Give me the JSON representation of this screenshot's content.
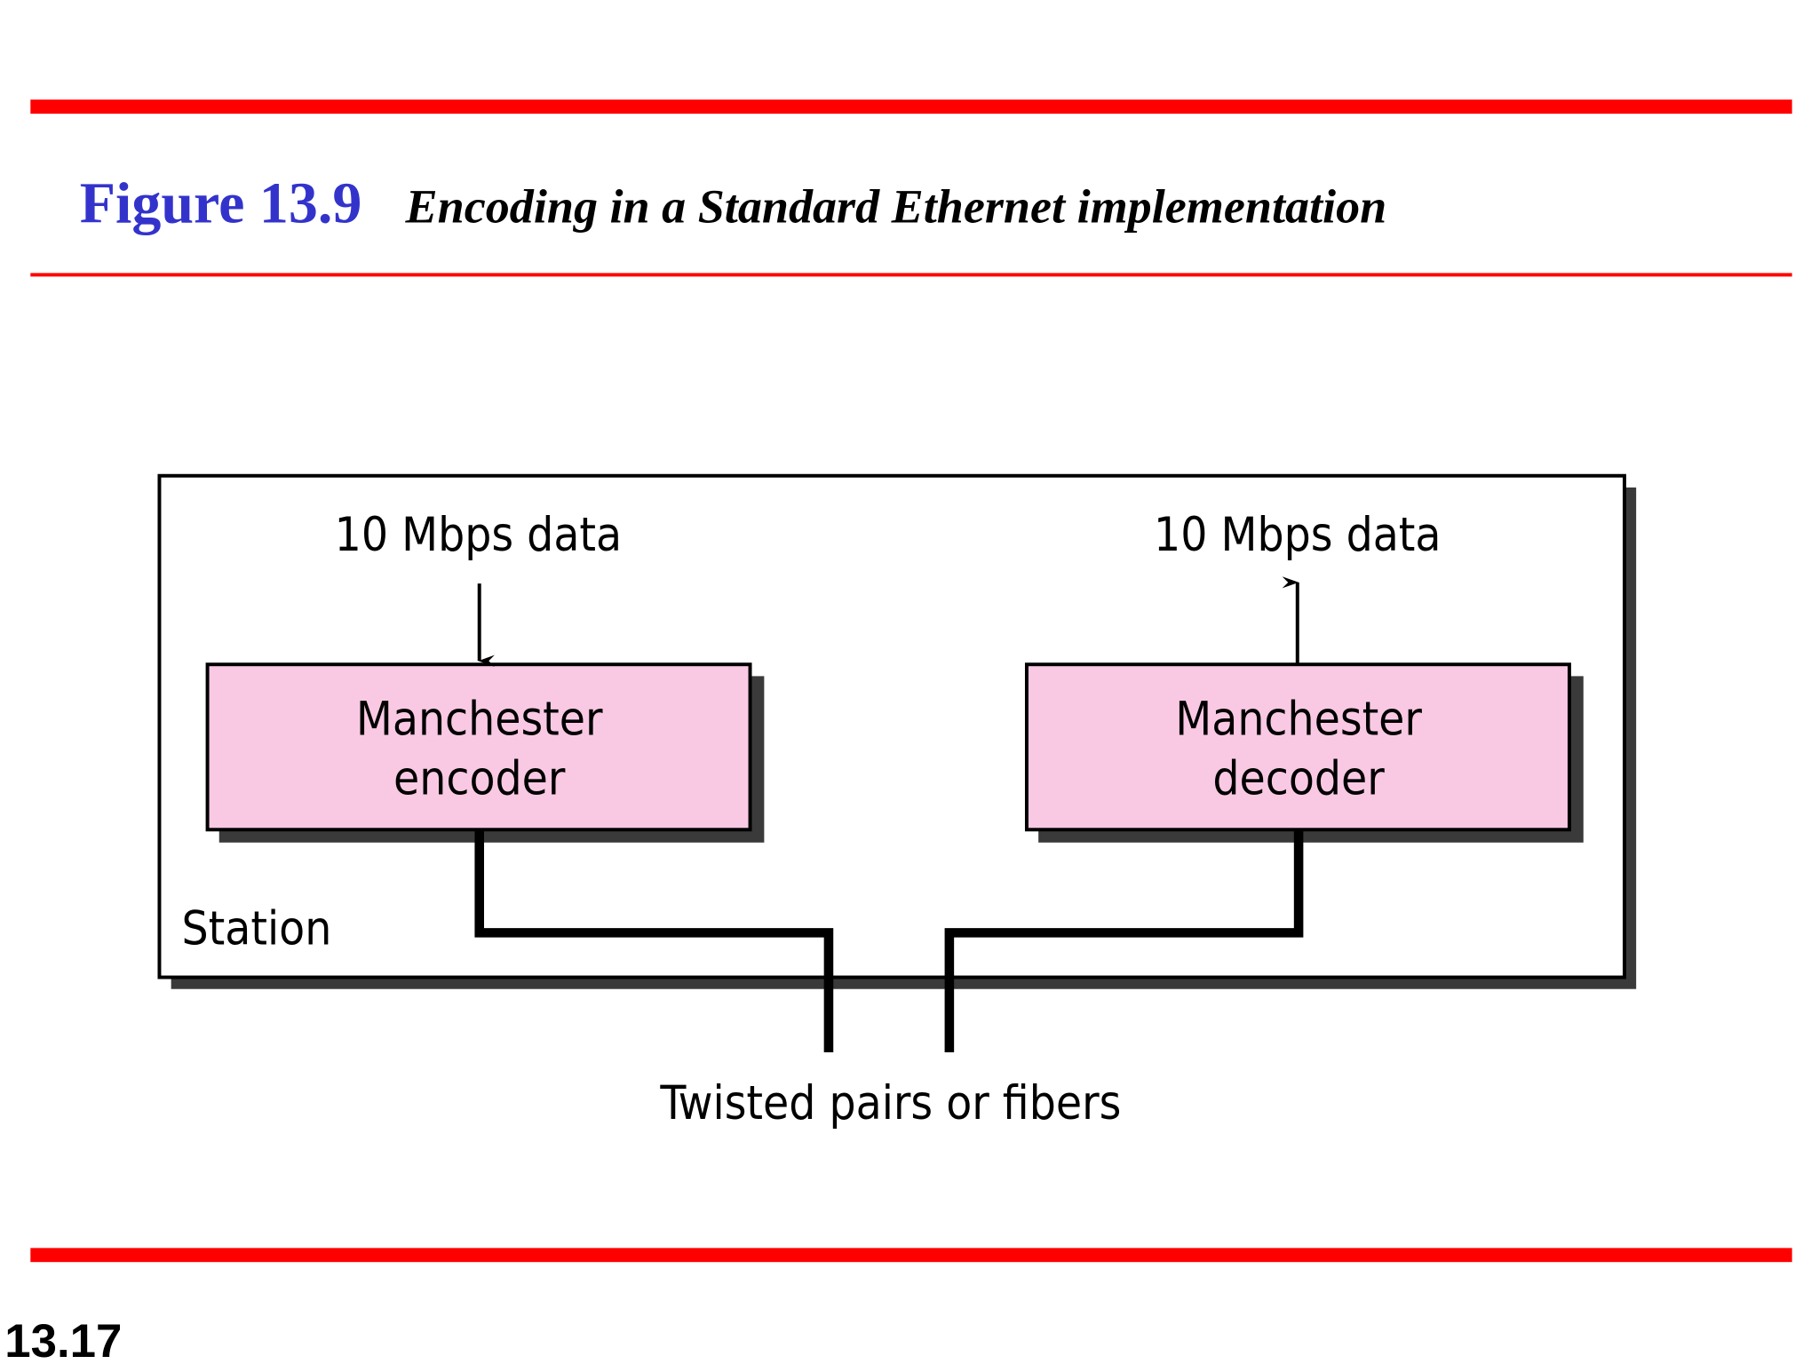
{
  "header": {
    "figure_label": "Figure 13.9",
    "figure_caption": "Encoding in a Standard Ethernet implementation"
  },
  "diagram": {
    "station_label": "Station",
    "encoder": {
      "line1": "Manchester",
      "line2": "encoder",
      "input_label": "10 Mbps data"
    },
    "decoder": {
      "line1": "Manchester",
      "line2": "decoder",
      "output_label": "10 Mbps data"
    },
    "medium_label": "Twisted pairs or fibers"
  },
  "footer": {
    "page_number": "13.17"
  },
  "colors": {
    "rule": "#ff0000",
    "figure_label": "#3333cc",
    "block_fill": "#f9c9e4",
    "shadow": "#3a3a3a"
  }
}
